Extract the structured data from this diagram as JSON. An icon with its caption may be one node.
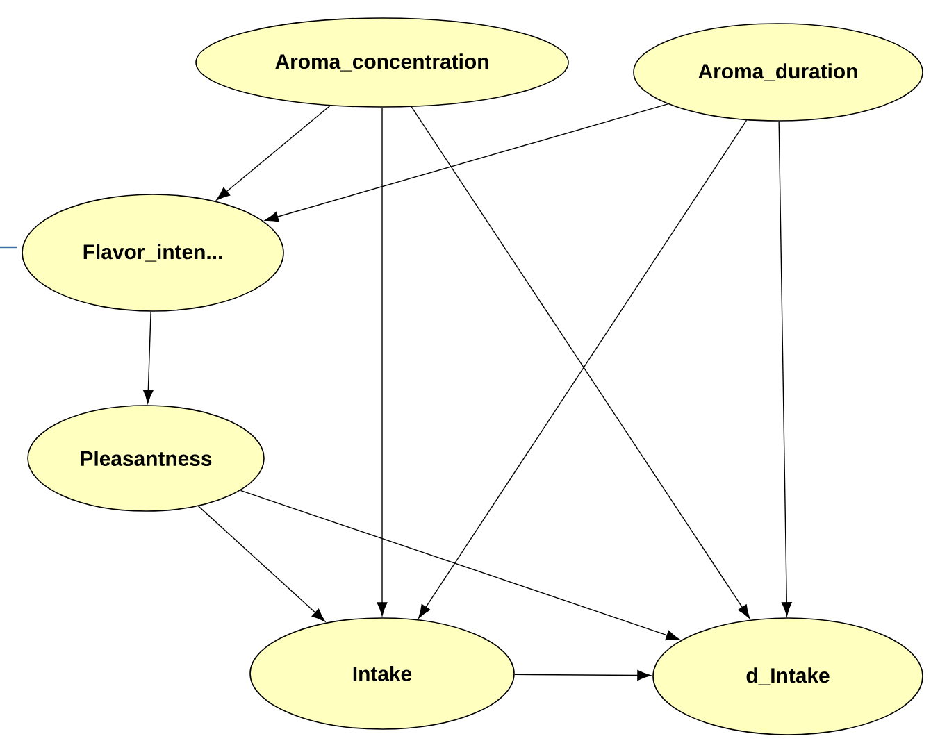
{
  "diagram": {
    "nodes": [
      {
        "text": [
          "Aroma_concentration"
        ]
      },
      {
        "text": [
          "Aroma_duration"
        ]
      },
      {
        "text": [
          "Flavor_inten..."
        ]
      },
      {
        "text": [
          "Pleasantness"
        ]
      },
      {
        "text": [
          "Intake"
        ]
      },
      {
        "text": [
          "d_Intake"
        ]
      }
    ],
    "edges": [
      {
        "from": 0,
        "to": 2,
        "arrow": "to"
      },
      {
        "from": 1,
        "to": 2,
        "arrow": "to"
      },
      {
        "from": 0,
        "to": 4,
        "arrow": "to"
      },
      {
        "from": 0,
        "to": 5,
        "arrow": "to"
      },
      {
        "from": 1,
        "to": 4,
        "arrow": "to"
      },
      {
        "from": 1,
        "to": 5,
        "arrow": "to"
      },
      {
        "from": 2,
        "to": 3,
        "arrow": "to"
      },
      {
        "from": 3,
        "to": 4,
        "arrow": "to"
      },
      {
        "from": 3,
        "to": 5,
        "arrow": "to"
      },
      {
        "from": 4,
        "to": 5,
        "arrow": "to"
      }
    ]
  }
}
